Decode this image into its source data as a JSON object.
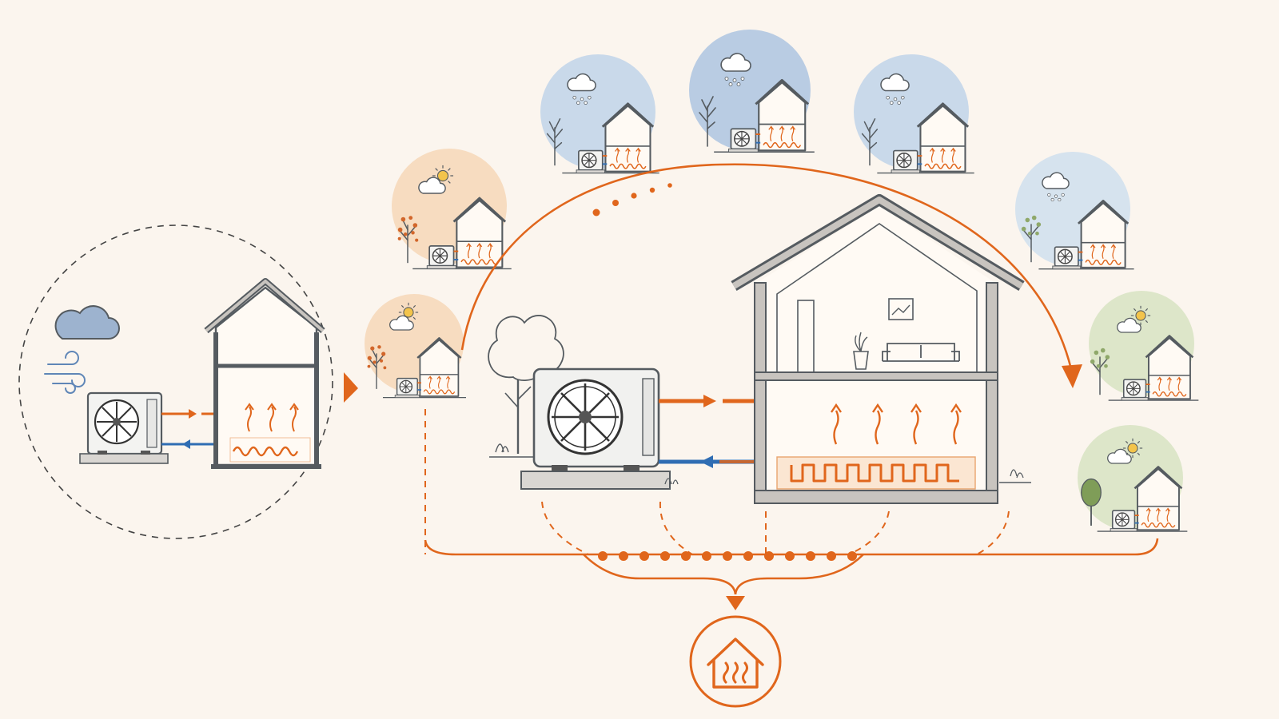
{
  "palette": {
    "background": "#fbf5ee",
    "accent_orange": "#e0661c",
    "flow_blue": "#2f6db3",
    "ink": "#555b60",
    "sky_autumn": "#f7dcc0",
    "sky_winter": "#c9d9ea",
    "sky_spring": "#dde6c9"
  },
  "scenes": [
    {
      "id": "autumn-late",
      "season": "autumn",
      "weather": "sun-cloud",
      "tree": "autumn"
    },
    {
      "id": "autumn-early",
      "season": "autumn",
      "weather": "sun-cloud",
      "tree": "autumn"
    },
    {
      "id": "winter-1",
      "season": "winter",
      "weather": "snow-cloud",
      "tree": "bare"
    },
    {
      "id": "winter-peak",
      "season": "winter",
      "weather": "snow-cloud",
      "tree": "bare"
    },
    {
      "id": "winter-2",
      "season": "winter",
      "weather": "snow-cloud",
      "tree": "bare"
    },
    {
      "id": "late-winter",
      "season": "winter",
      "weather": "snow-cloud",
      "tree": "budding"
    },
    {
      "id": "spring",
      "season": "spring",
      "weather": "sun-cloud",
      "tree": "leafy"
    },
    {
      "id": "summer",
      "season": "spring",
      "weather": "sun-cloud",
      "tree": "green"
    }
  ],
  "icons": {
    "result": "house-heat-icon",
    "unit": "heat-pump-icon",
    "cloud": "cloud-icon",
    "wind": "wind-icon",
    "sun": "sun-icon"
  }
}
